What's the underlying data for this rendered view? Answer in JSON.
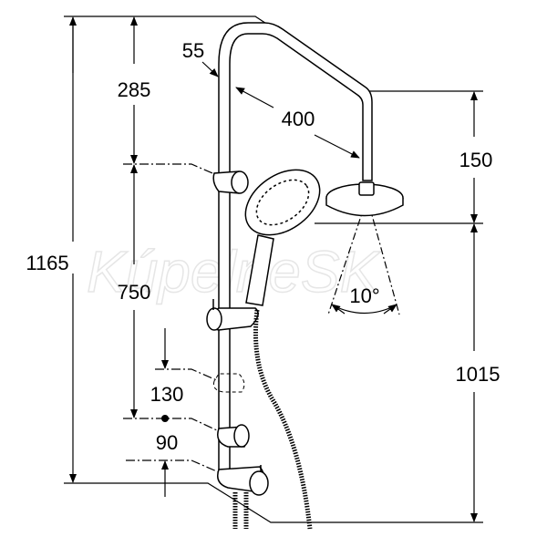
{
  "watermark": "KúpelneSK",
  "dimensions": {
    "total_height": "1165",
    "top_to_upper_holder": "285",
    "holder_spacing": "750",
    "holder_adjust": "130",
    "bottom_offset": "90",
    "rail_diameter": "55",
    "arm_reach": "400",
    "head_drop": "150",
    "head_height": "1015",
    "spray_angle": "10°"
  }
}
